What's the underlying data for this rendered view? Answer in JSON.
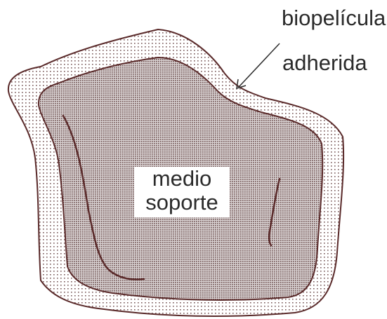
{
  "labels": {
    "biopelicula": "biopelícula",
    "adherida": "adherida",
    "medio": "medio",
    "soporte": "soporte"
  },
  "colors": {
    "outline": "#5a2a2a",
    "dot": "#7a5a5a",
    "inner_fill": "#b9aeae",
    "text": "#2b2b2b",
    "background": "#ffffff"
  }
}
